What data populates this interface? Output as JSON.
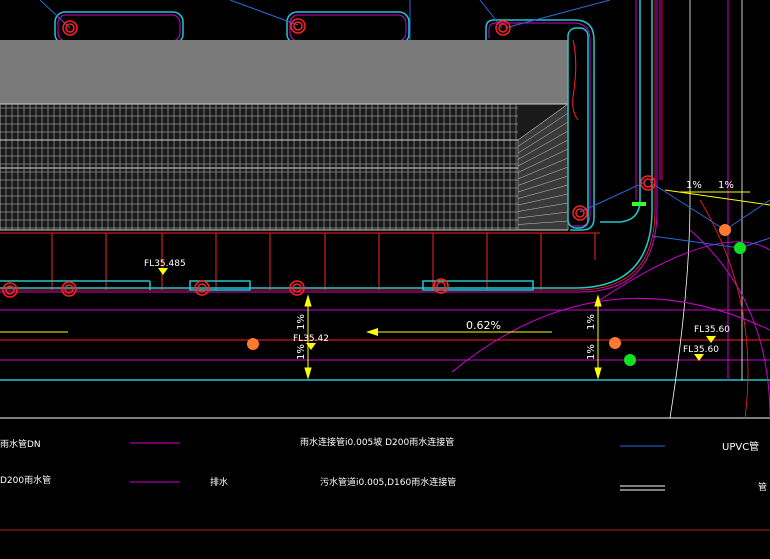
{
  "drawing": {
    "colors": {
      "background": "#000000",
      "building_fill": "#7a7a7a",
      "building_hatch": "#c8c8c8",
      "magenta": "#d000d0",
      "red": "#ff2020",
      "cyan": "#20c8d0",
      "blue": "#2a6ad8",
      "yellow": "#ffff00",
      "white": "#ffffff",
      "orange_node": "#ff7a30",
      "green_node": "#10e020",
      "green_label": "#30ff30",
      "dark_red_line": "#a02a10"
    },
    "elevation_labels": [
      "FL35.485",
      "FL35.42",
      "FL35.60",
      "FL35.60"
    ],
    "slope_labels": [
      "0.62%",
      "1%",
      "1%",
      "1%",
      "1%",
      "1%",
      "1%"
    ],
    "legend": {
      "items": [
        {
          "text": "雨水管DN",
          "line": "magenta"
        },
        {
          "text": "D200雨水管",
          "line": "magenta"
        },
        {
          "text": "雨水连接管i0.005坡 D200雨水连接管",
          "line": "magenta"
        },
        {
          "text": "排水",
          "line": "magenta"
        },
        {
          "text": "污水管道i0.005,D160雨水连接管",
          "line": "magenta"
        },
        {
          "text": "UPVC管",
          "line": "blue"
        },
        {
          "text": "管",
          "line": "white-double"
        }
      ]
    }
  }
}
